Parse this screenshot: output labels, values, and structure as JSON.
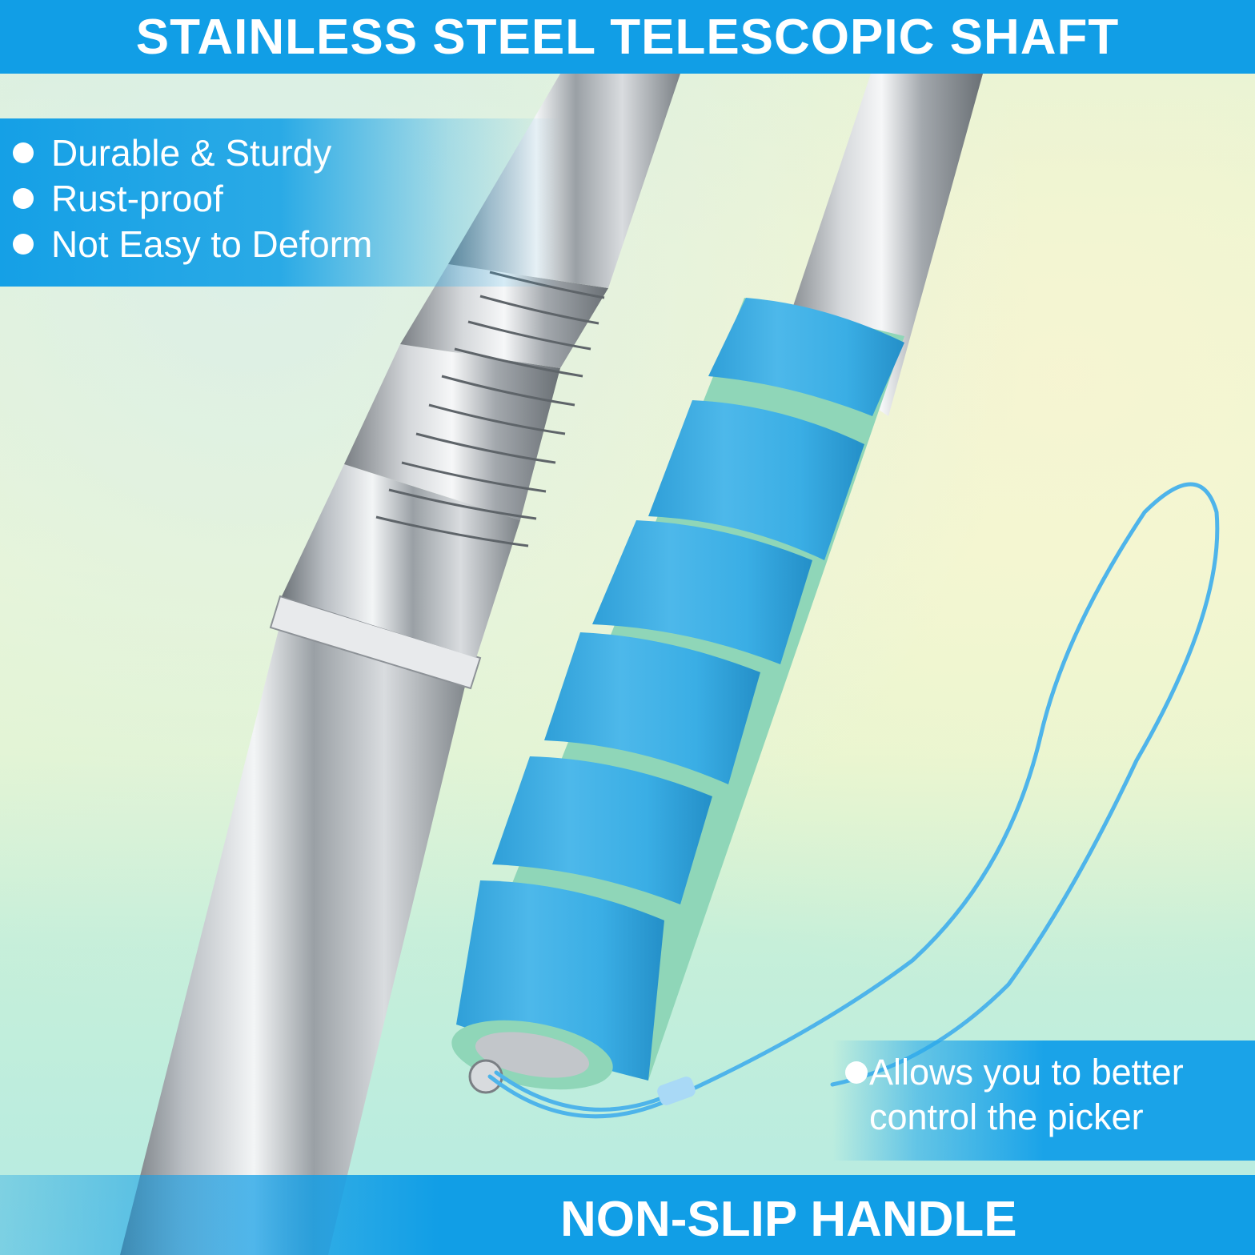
{
  "header": {
    "title": "STAINLESS STEEL TELESCOPIC SHAFT"
  },
  "features": [
    {
      "label": "Durable & Sturdy"
    },
    {
      "label": "Rust-proof"
    },
    {
      "label": "Not Easy to Deform"
    }
  ],
  "callout": {
    "line1": "Allows you to better",
    "line2": "control the picker"
  },
  "footer": {
    "title": "NON-SLIP HANDLE"
  },
  "colors": {
    "banner_blue": "#119ee6",
    "foam_blue": "#3fb0e6",
    "foam_green": "#8fd6b8",
    "steel": "#c8ccd0"
  }
}
